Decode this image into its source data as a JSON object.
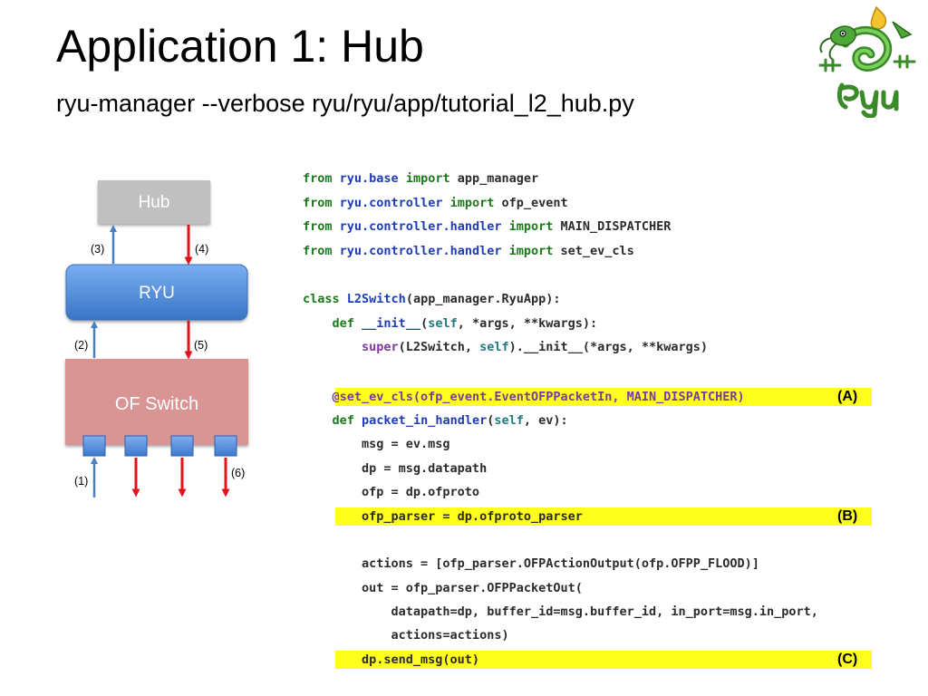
{
  "title": "Application 1: Hub",
  "subtitle": "ryu-manager --verbose ryu/ryu/app/tutorial_l2_hub.py",
  "logo": {
    "icon": "ryu-dragon-logo",
    "text": "Ryu"
  },
  "diagram": {
    "hub": "Hub",
    "ryu": "RYU",
    "of_switch": "OF Switch",
    "steps": [
      "(1)",
      "(2)",
      "(3)",
      "(4)",
      "(5)",
      "(6)"
    ],
    "colors": {
      "hub": "#c0c0c0",
      "ryu": "#4a86d4",
      "switch": "#d99594",
      "port": "#5b8ed4",
      "arrow_up": "#4a7fc1",
      "arrow_down": "#e0141a"
    }
  },
  "code": {
    "lines": [
      "from ryu.base import app_manager",
      "from ryu.controller import ofp_event",
      "from ryu.controller.handler import MAIN_DISPATCHER",
      "from ryu.controller.handler import set_ev_cls",
      "class L2Switch(app_manager.RyuApp):",
      "    def __init__(self, *args, **kwargs):",
      "        super(L2Switch, self).__init__(*args, **kwargs)",
      "    @set_ev_cls(ofp_event.EventOFPPacketIn, MAIN_DISPATCHER)",
      "    def packet_in_handler(self, ev):",
      "        msg = ev.msg",
      "        dp = msg.datapath",
      "        ofp = dp.ofproto",
      "        ofp_parser = dp.ofproto_parser",
      "        actions = [ofp_parser.OFPActionOutput(ofp.OFPP_FLOOD)]",
      "        out = ofp_parser.OFPPacketOut(",
      "            datapath=dp, buffer_id=msg.buffer_id, in_port=msg.in_port,",
      "            actions=actions)",
      "        dp.send_msg(out)"
    ],
    "labels": [
      "(A)",
      "(B)",
      "(C)"
    ],
    "highlight_color": "#ffff1e"
  }
}
